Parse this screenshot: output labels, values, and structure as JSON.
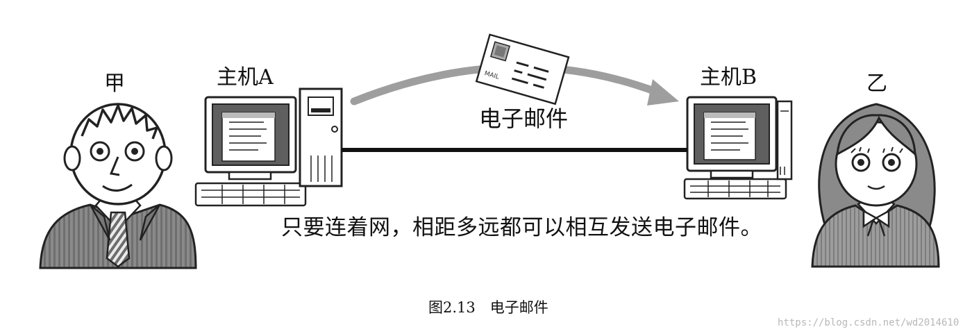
{
  "people": {
    "person_a": "甲",
    "person_b": "乙"
  },
  "hosts": {
    "host_a": "主机A",
    "host_b": "主机B"
  },
  "transfer": {
    "label": "电子邮件",
    "envelope_stamp_text": "MAIL"
  },
  "message": "只要连着网，相距多远都可以相互发送电子邮件。",
  "caption": "图2.13　电子邮件",
  "watermark": "https://blog.csdn.net/wd2014610"
}
